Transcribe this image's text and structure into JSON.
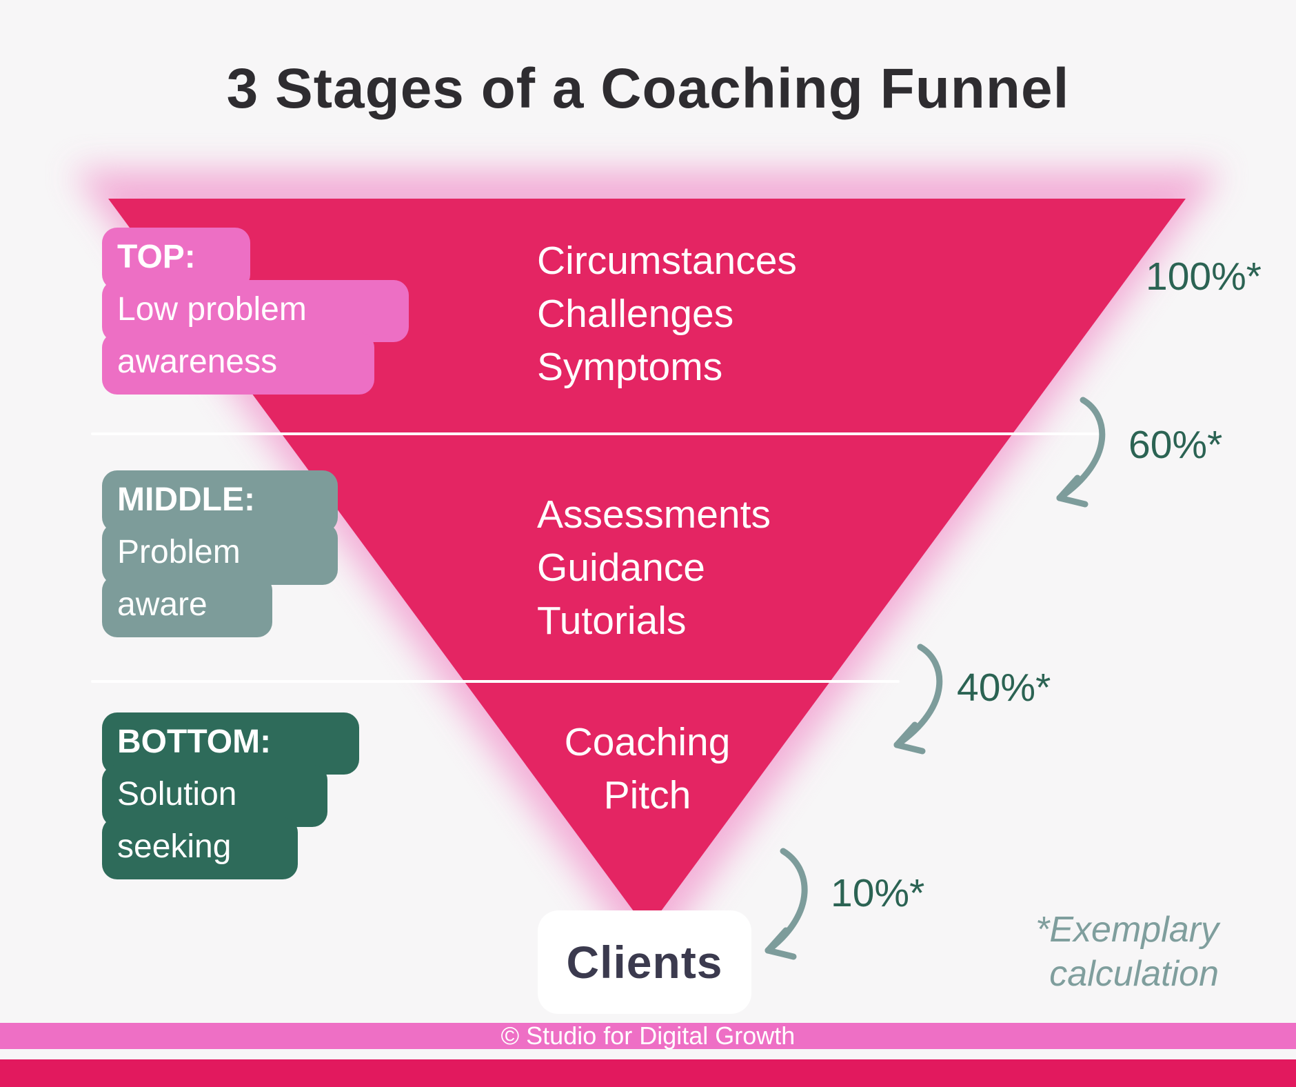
{
  "title": "3 Stages of a Coaching Funnel",
  "funnel": {
    "stages": [
      {
        "tag": "TOP:",
        "desc_line1": "Low problem",
        "desc_line2": "awareness",
        "items": [
          "Circumstances",
          "Challenges",
          "Symptoms"
        ],
        "percent": "100%*"
      },
      {
        "tag": "MIDDLE:",
        "desc_line1": "Problem",
        "desc_line2": "aware",
        "items": [
          "Assessments",
          "Guidance",
          "Tutorials"
        ],
        "percent": "60%*"
      },
      {
        "tag": "BOTTOM:",
        "desc_line1": "Solution",
        "desc_line2": "seeking",
        "items": [
          "Coaching",
          "Pitch"
        ],
        "percent": "40%*"
      }
    ],
    "result": {
      "label": "Clients",
      "percent": "10%*"
    }
  },
  "footnote": {
    "line1": "*Exemplary",
    "line2": "calculation"
  },
  "footer": {
    "credit": "© Studio for Digital Growth"
  },
  "colors": {
    "funnel_pink": "#e42563",
    "glow_pink": "#f2a3d2",
    "badge_top_pink": "#ed6fc4",
    "badge_middle_teal": "#7d9c9a",
    "badge_bottom_green": "#2e6b5a",
    "percent_green": "#2b6353",
    "arrow_teal": "#7d9c9b",
    "clients_navy": "#3b3a4e",
    "footer_pink": "#ee6fc5",
    "bottom_bar_magenta": "#e2195e",
    "background": "#f7f6f7"
  }
}
